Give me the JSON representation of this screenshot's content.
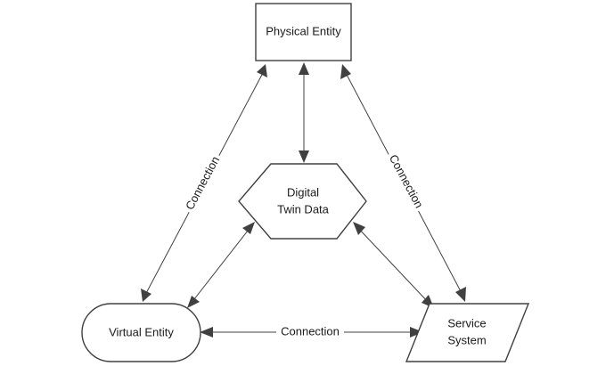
{
  "nodes": {
    "physical_entity": "Physical Entity",
    "digital_twin_data_line1": "Digital",
    "digital_twin_data_line2": "Twin Data",
    "virtual_entity": "Virtual Entity",
    "service_system_line1": "Service",
    "service_system_line2": "System"
  },
  "edges": {
    "physical_virtual_label": "Connection",
    "physical_service_label": "Connection",
    "virtual_service_label": "Connection"
  },
  "colors": {
    "stroke": "#404040",
    "fill": "#ffffff",
    "text": "#1a1a1a"
  }
}
